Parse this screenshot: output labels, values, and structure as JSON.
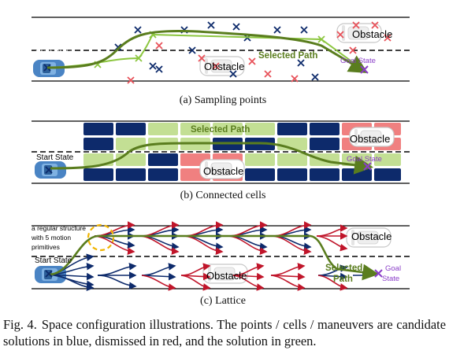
{
  "panel_a": {
    "start_label": "Start State",
    "obstacle_top": "Obstacle",
    "obstacle_mid": "Obstacle",
    "path_label": "Selected Path",
    "goal_label": "Goal State",
    "caption": "(a) Sampling points"
  },
  "panel_b": {
    "start_label": "Start State",
    "path_label": "Selected Path",
    "obstacle_top": "Obstacle",
    "obstacle_mid": "Obstacle",
    "goal_label": "Goal State",
    "caption": "(b) Connected cells"
  },
  "panel_c": {
    "annotation_line1": "a regular structure",
    "annotation_line2": "with 5 motion",
    "annotation_line3": "primitives",
    "start_label": "Start State",
    "obstacle_top": "Obstacle",
    "obstacle_mid": "Obstacle",
    "path_label_1": "Selected",
    "path_label_2": "Path",
    "goal_label_1": "Goal",
    "goal_label_2": "State",
    "caption": "(c) Lattice"
  },
  "figure_caption": {
    "label": "Fig. 4.",
    "text": "Space configuration illustrations. The points / cells / maneuvers are candidate solutions in blue, dismissed in red, and the solution in green."
  },
  "colors": {
    "candidate": "#0d2a6b",
    "dismissed": "#e8525a",
    "solution": "#8cc63f",
    "solution_dark": "#5a7d1e",
    "cell_green": "#c3df94",
    "cell_navy": "#0d2a6b",
    "cell_pink": "#f08080",
    "goal": "#8a3ec8",
    "car": "#4a84c4"
  }
}
